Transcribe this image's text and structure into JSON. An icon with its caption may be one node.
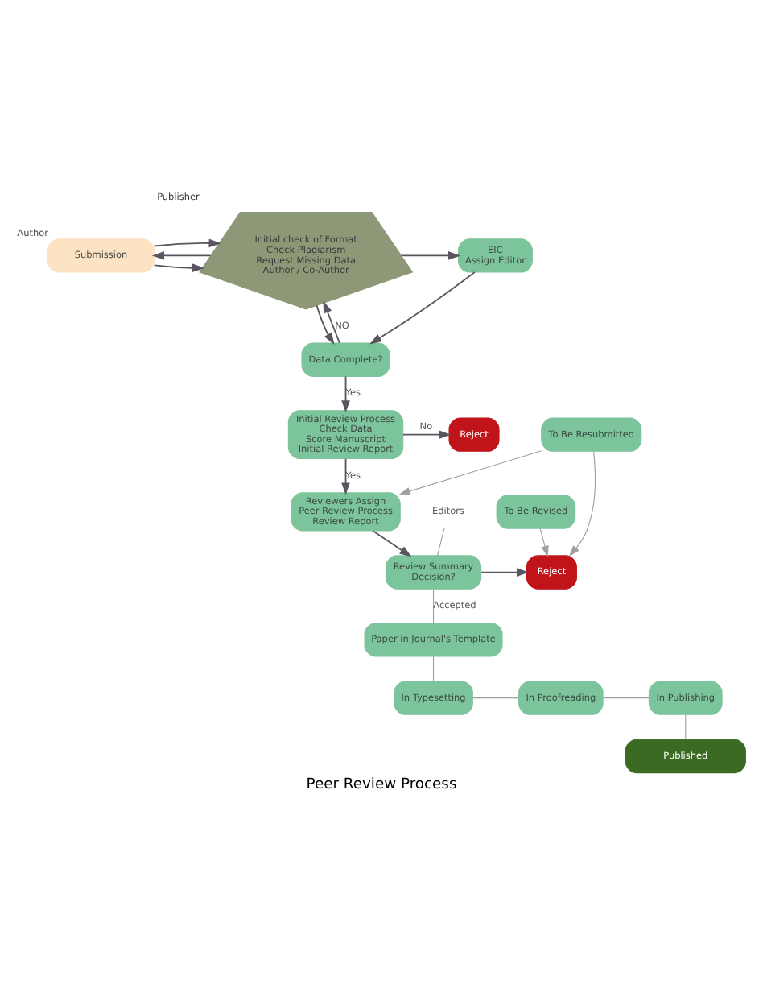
{
  "diagram": {
    "title": "Peer Review Process",
    "nodes": [
      {
        "text": [
          "Submission"
        ],
        "beside": [
          "Author"
        ]
      },
      {
        "text": [
          "Initial check of Format",
          "Check Plagiarism",
          "Request Missing Data",
          "Author / Co-Author"
        ],
        "beside": [
          "Publisher"
        ]
      },
      {
        "text": [
          "Editors"
        ]
      },
      {
        "text": [
          "EIC",
          "Assign Editor"
        ]
      },
      {
        "text": [
          "Data Complete?"
        ]
      },
      {
        "text": [
          "Initial Review Process",
          "Check Data",
          "Score Manuscript",
          "Initial Review Report"
        ]
      },
      {
        "text": [
          "Reject"
        ]
      },
      {
        "text": [
          "Reviewers Assign",
          "Peer Review Process",
          "Review Report"
        ]
      },
      {
        "text": [
          "Review Summary",
          "Decision?"
        ]
      },
      {
        "text": [
          "Reject"
        ]
      },
      {
        "text": [
          "To Be Revised"
        ]
      },
      {
        "text": [
          "To Be Resubmitted"
        ]
      },
      {
        "text": [
          "Paper in Journal's Template"
        ]
      },
      {
        "text": [
          "In Typesetting"
        ]
      },
      {
        "text": [
          "In Proofreading"
        ]
      },
      {
        "text": [
          "In Publishing"
        ]
      },
      {
        "text": [
          "Published"
        ]
      }
    ],
    "edges": [
      {
        "from": 0,
        "to": 1,
        "arrow": "to"
      },
      {
        "from": 1,
        "to": 0,
        "arrow": "to"
      },
      {
        "from": 0,
        "to": 1,
        "arrow": "to"
      },
      {
        "from": 1,
        "to": 3,
        "arrow": "to"
      },
      {
        "from": 3,
        "to": 4,
        "arrow": "to"
      },
      {
        "from": 4,
        "to": 1,
        "arrow": "to",
        "label": "NO"
      },
      {
        "from": 1,
        "to": 4,
        "arrow": "to"
      },
      {
        "from": 4,
        "to": 5,
        "arrow": "to",
        "label": "Yes"
      },
      {
        "from": 5,
        "to": 6,
        "arrow": "to",
        "label": "No"
      },
      {
        "from": 5,
        "to": 7,
        "arrow": "to",
        "label": "Yes"
      },
      {
        "from": 11,
        "to": 7,
        "arrow": "to",
        "color": "#a0a0a0"
      },
      {
        "from": 7,
        "to": 8,
        "arrow": "to"
      },
      {
        "from": 8,
        "to": 9,
        "arrow": "to"
      },
      {
        "from": 10,
        "to": 9,
        "arrow": "to",
        "color": "#a0a0a0"
      },
      {
        "from": 11,
        "to": 9,
        "arrow": "to",
        "color": "#a0a0a0"
      },
      {
        "from": 2,
        "to": 8,
        "arrow": "none",
        "color": "#a0a0a0"
      },
      {
        "from": 8,
        "to": 12,
        "arrow": "none",
        "label": "Accepted",
        "color": "#a0a0a0"
      },
      {
        "from": 12,
        "to": 13,
        "arrow": "none",
        "color": "#a0a0a0"
      },
      {
        "from": 13,
        "to": 14,
        "arrow": "none",
        "color": "#a0a0a0"
      },
      {
        "from": 14,
        "to": 15,
        "arrow": "none",
        "color": "#a0a0a0"
      },
      {
        "from": 15,
        "to": 16,
        "arrow": "none",
        "color": "#a0a0a0"
      }
    ]
  }
}
